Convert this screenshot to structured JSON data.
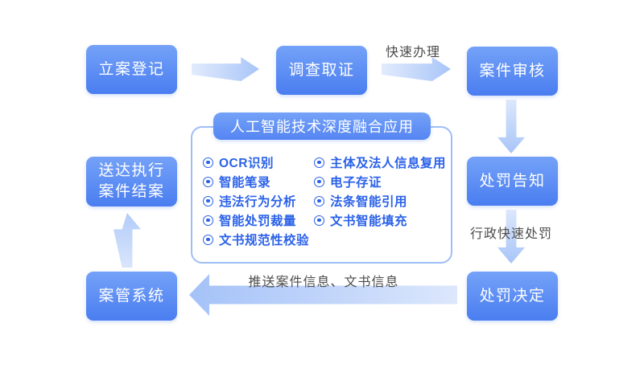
{
  "nodes": {
    "case_register": "立案登记",
    "investigate": "调查取证",
    "case_review": "案件审核",
    "penalty_notice": "处罚告知",
    "penalty_decision": "处罚决定",
    "case_mgmt_system": "案管系统",
    "delivery_line1": "送达执行",
    "delivery_line2": "案件结案"
  },
  "labels": {
    "fast_handle": "快速办理",
    "admin_fast_penalty": "行政快速处罚",
    "push_info": "推送案件信息、文书信息"
  },
  "ai_panel": {
    "title": "人工智能技术深度融合应用",
    "items_left": [
      "OCR识别",
      "智能笔录",
      "违法行为分析",
      "智能处罚裁量",
      "文书规范性校验"
    ],
    "items_right": [
      "主体及法人信息复用",
      "电子存证",
      "法条智能引用",
      "文书智能填充"
    ]
  },
  "colors": {
    "node_gradient_top": "#74A2F8",
    "node_gradient_bottom": "#4A7DF0",
    "panel_border": "#9FBEF8",
    "list_text": "#2B62E8",
    "arrow_light": "#DCE7FC",
    "arrow_dark": "#A8C5F8",
    "label_text": "#4C4C4C",
    "background": "#FFFFFF"
  }
}
